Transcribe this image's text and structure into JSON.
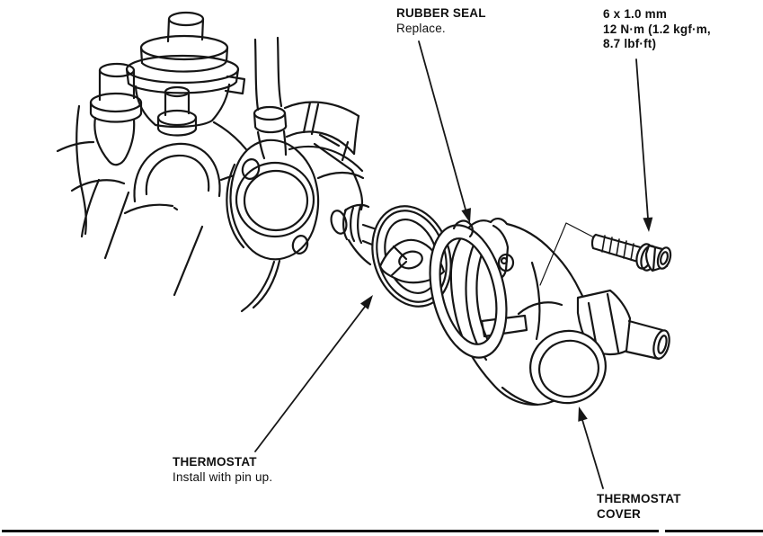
{
  "diagram": {
    "labels": {
      "rubber_seal": {
        "title": "RUBBER SEAL",
        "note": "Replace."
      },
      "bolt_torque": {
        "size": "6 x 1.0 mm",
        "torque_line1": "12 N·m (1.2 kgf·m,",
        "torque_line2": "8.7 lbf·ft)"
      },
      "thermostat": {
        "title": "THERMOSTAT",
        "note": "Install with pin up."
      },
      "thermostat_cover": {
        "title_line1": "THERMOSTAT",
        "title_line2": "COVER"
      }
    },
    "colors": {
      "ink": "#141414",
      "background": "#ffffff"
    }
  }
}
